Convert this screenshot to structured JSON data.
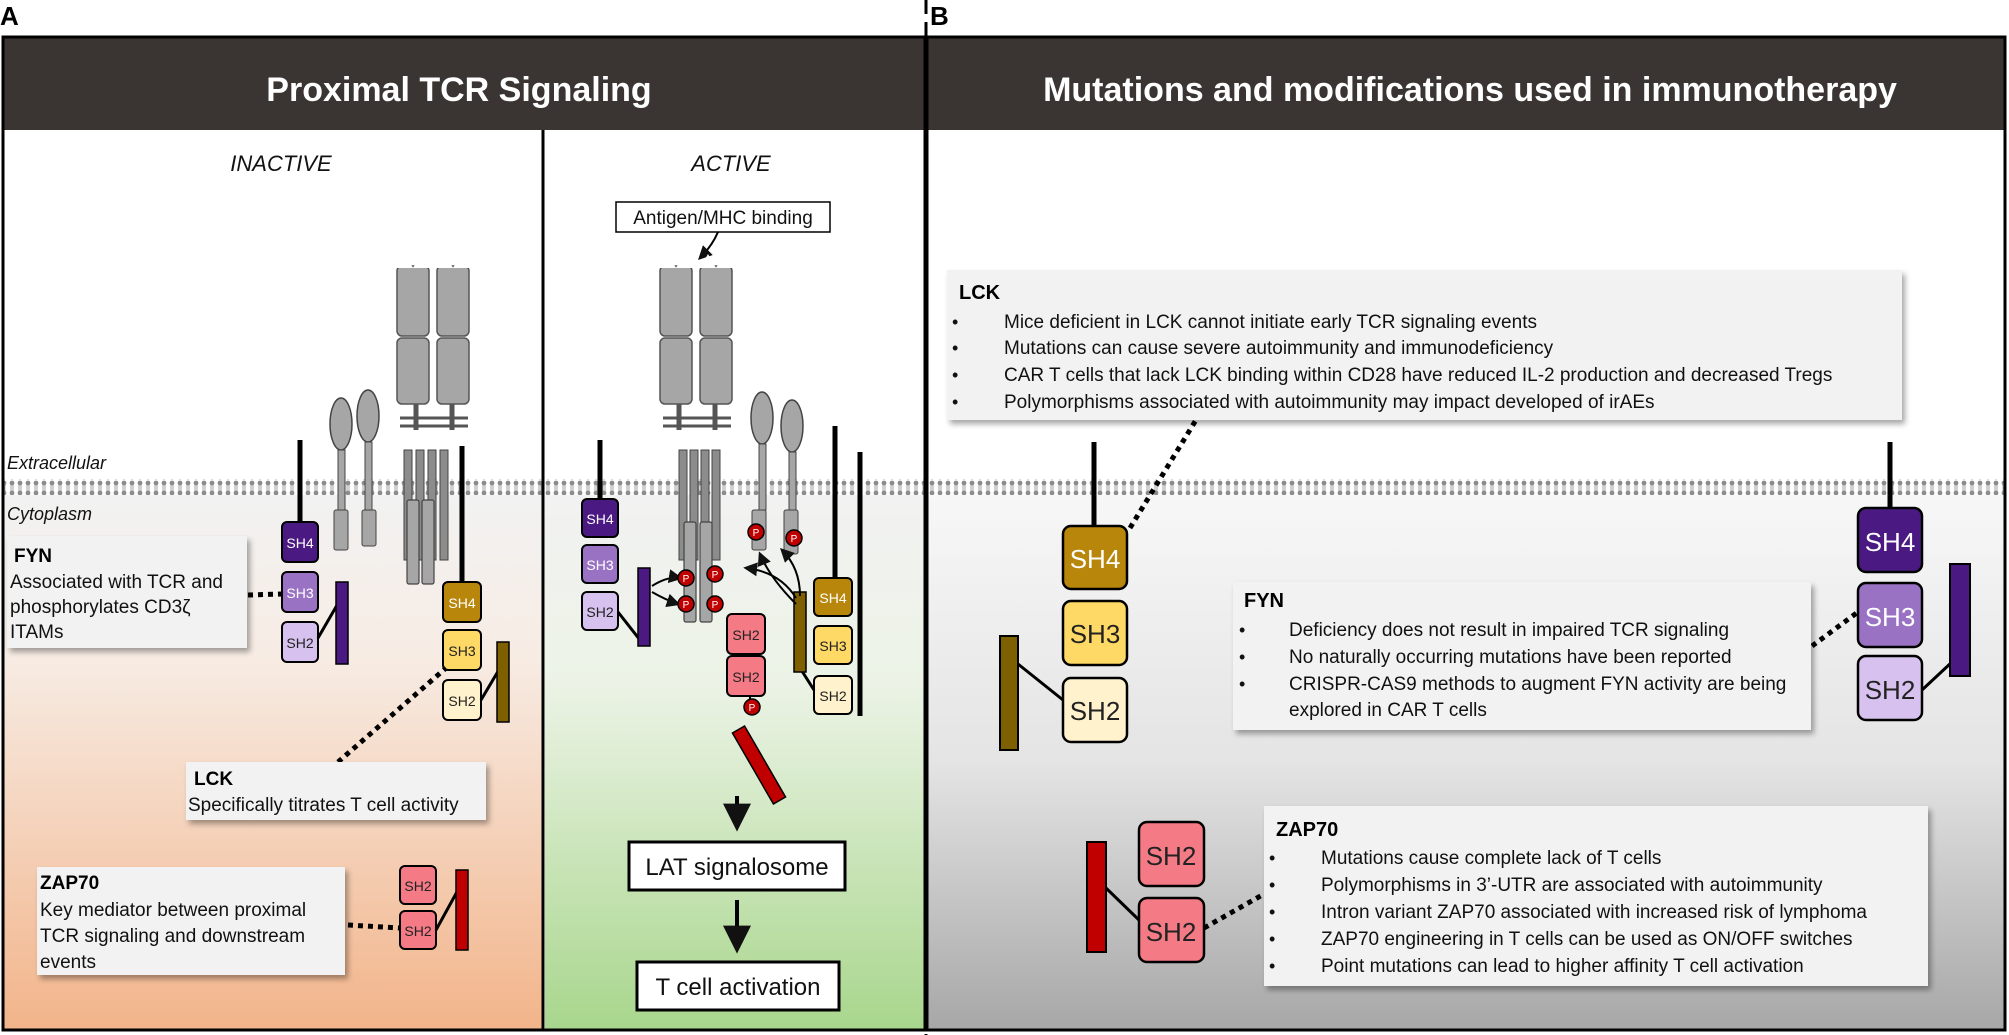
{
  "panels": {
    "a": {
      "letter": "A",
      "header": "Proximal TCR Signaling",
      "inactive_label": "INACTIVE",
      "active_label": "ACTIVE"
    },
    "b": {
      "letter": "B",
      "header": "Mutations and modifications used in immunotherapy"
    }
  },
  "membrane": {
    "extracellular": "Extracellular",
    "cytoplasm": "Cytoplasm"
  },
  "domains": {
    "sh4": "SH4",
    "sh3": "SH3",
    "sh2": "SH2",
    "phospho": "P"
  },
  "active": {
    "antigen_label": "Antigen/MHC binding",
    "lat_label": "LAT signalosome",
    "activation_label": "T cell activation"
  },
  "callouts_a": {
    "fyn": {
      "title": "FYN",
      "lines": [
        "Associated with TCR and",
        "phosphorylates CD3ζ",
        "ITAMs"
      ]
    },
    "lck": {
      "title": "LCK",
      "lines": [
        "Specifically titrates T cell activity"
      ]
    },
    "zap70": {
      "title": "ZAP70",
      "lines": [
        "Key mediator between proximal",
        "TCR signaling and downstream",
        "events"
      ]
    }
  },
  "callouts_b": {
    "lck": {
      "title": "LCK",
      "bullets": [
        "Mice deficient in LCK cannot initiate early TCR signaling events",
        "Mutations can cause severe autoimmunity and immunodeficiency",
        "CAR T cells that lack LCK binding within CD28 have reduced IL-2 production and decreased Tregs",
        "Polymorphisms associated with autoimmunity may impact developed of irAEs"
      ]
    },
    "fyn": {
      "title": "FYN",
      "bullets": [
        "Deficiency does not result in impaired TCR signaling",
        "No naturally occurring mutations have been reported",
        "CRISPR-CAS9 methods to augment FYN activity are being",
        "explored in CAR T cells"
      ]
    },
    "zap70": {
      "title": "ZAP70",
      "bullets": [
        "Mutations cause complete lack of T cells",
        "Polymorphisms in 3’-UTR are associated with autoimmunity",
        "Intron variant ZAP70 associated with increased risk of lymphoma",
        "ZAP70 engineering in T cells can be used as ON/OFF switches",
        "Point mutations can lead to higher affinity T cell activation"
      ]
    }
  },
  "colors": {
    "header_bg": "#3a3532",
    "header_text": "#ffffff",
    "sh4_fyn": "#4a1a82",
    "sh3_fyn": "#9a72c4",
    "sh2_fyn": "#d7c1ee",
    "sh4_lck": "#b8860b",
    "sh3_lck": "#ffd966",
    "sh2_lck": "#fff2cc",
    "lck_bar": "#7f6000",
    "zap_sh2": "#f47b86",
    "zap_bar": "#c00000",
    "fyn_bar": "#4a1a82",
    "phospho": "#c00000",
    "tcr_gray": "#a6a6a6",
    "inactive_gradient_bottom": "#f3b68d",
    "active_gradient_bottom": "#a9d88f"
  }
}
